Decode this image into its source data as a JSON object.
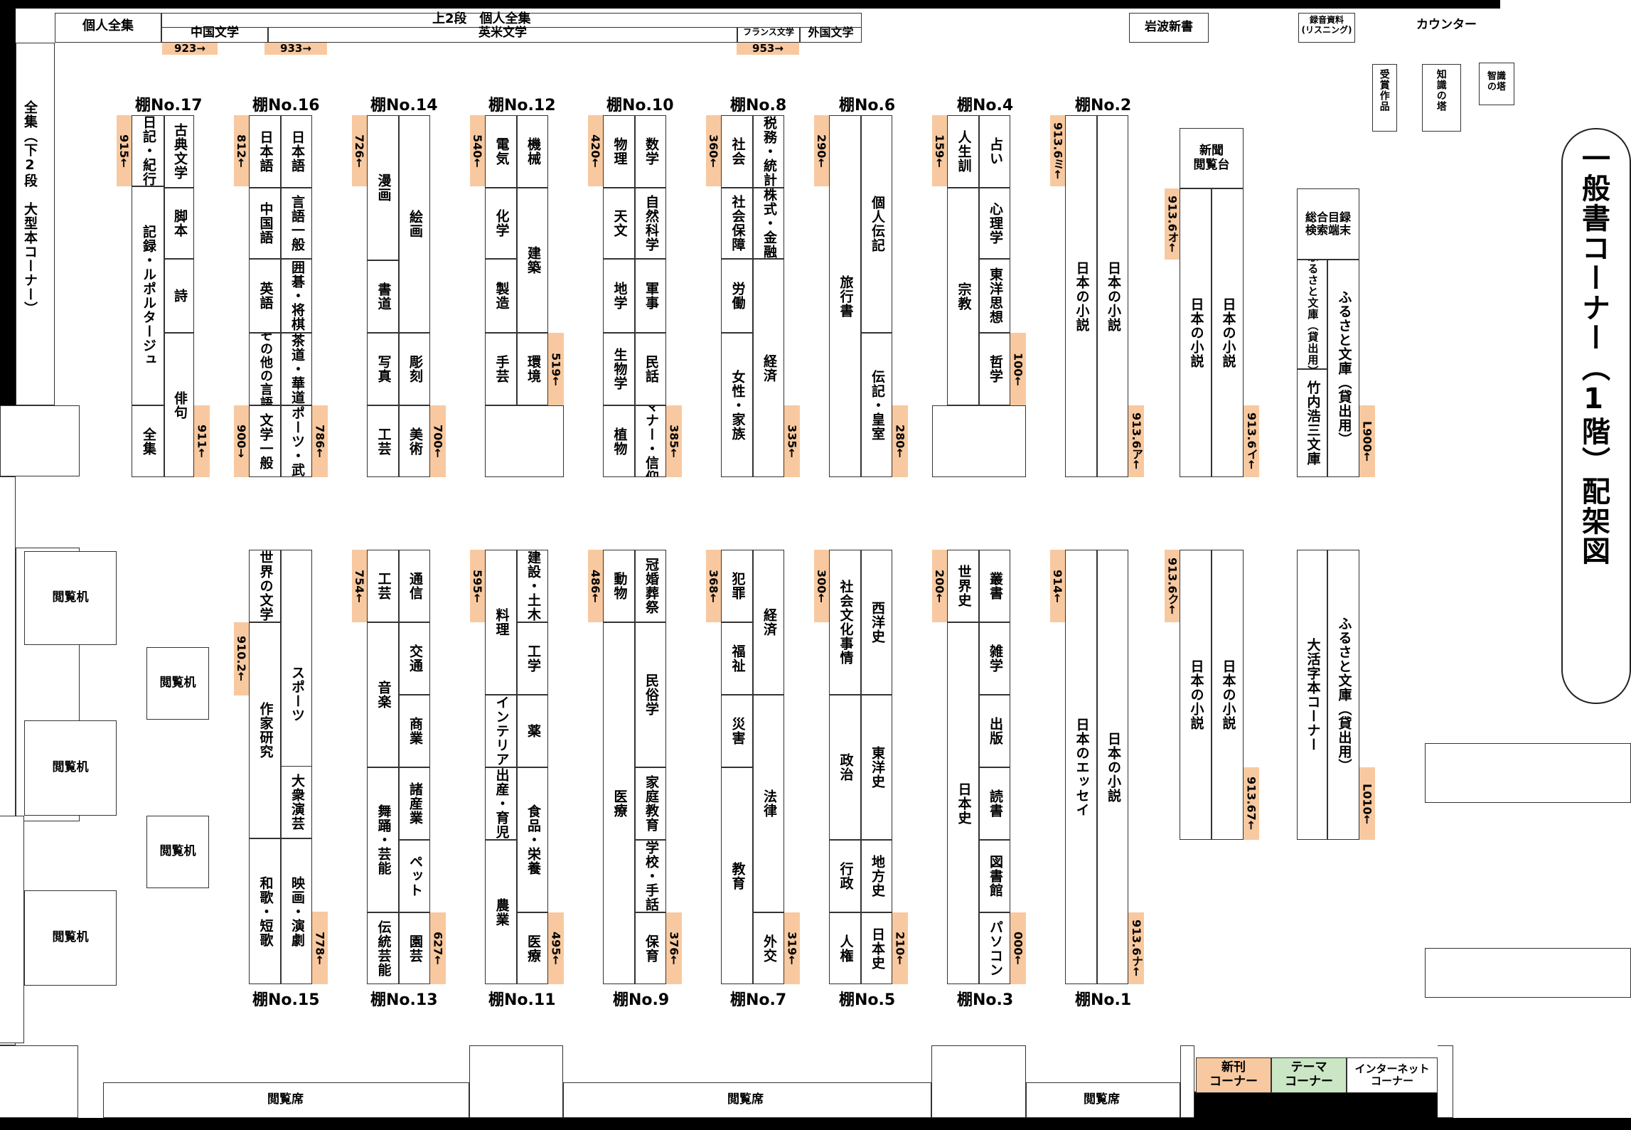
{
  "title": "一般書コーナー（1階）配架図",
  "top_wall": {
    "kojin_zenshu": "個人全集",
    "upper2": "上2段　個人全集",
    "chugoku": "中国文学",
    "eibei": "英米文学",
    "france": "フランス文学",
    "gaikoku": "外国文学",
    "n923": "923→",
    "n933": "933→",
    "n953": "953→"
  },
  "top_right": {
    "iwanami": "岩波新書",
    "rokuon": "録音資料\n(リスニング)",
    "counter": "カウンター",
    "jusho": "受賞作品",
    "chishiki": "知識の塔",
    "chie": "智識\nの塔"
  },
  "left_wall": "全集（下2段　大型本コーナー）",
  "shelf_labels": {
    "s17": "棚No.17",
    "s16": "棚No.16",
    "s14": "棚No.14",
    "s12": "棚No.12",
    "s10": "棚No.10",
    "s8": "棚No.8",
    "s6": "棚No.6",
    "s4": "棚No.4",
    "s2": "棚No.2",
    "s15": "棚No.15",
    "s13": "棚No.13",
    "s11": "棚No.11",
    "s9": "棚No.9",
    "s7": "棚No.7",
    "s5": "棚No.5",
    "s3": "棚No.3",
    "s1": "棚No.1"
  },
  "shelves": {
    "s17": {
      "a": "日記・紀行",
      "b": "古典文学",
      "c": "脚本",
      "d": "記録・ルポルタージュ",
      "e": "詩",
      "f": "俳句",
      "g": "全集",
      "t1": "915←",
      "t2": "911←"
    },
    "s16": {
      "a": "日本語",
      "b": "日本語",
      "c": "中国語",
      "d": "言語一般",
      "e": "英語",
      "f": "囲碁・将棋",
      "g": "その他の言語",
      "h": "茶道・華道",
      "i": "文学一般",
      "j": "スポーツ・武道",
      "t1": "812←",
      "t2": "900→",
      "t3": "786←"
    },
    "s14": {
      "a": "漫画",
      "b": "絵画",
      "c": "書道",
      "d": "写真",
      "e": "彫刻",
      "f": "工芸",
      "g": "美術",
      "t1": "726←",
      "t2": "700←"
    },
    "s12": {
      "a": "電気",
      "b": "機械",
      "c": "化学",
      "d": "建築",
      "e": "製造",
      "f": "手芸",
      "g": "環境",
      "t1": "540←",
      "t2": "519←"
    },
    "s10": {
      "a": "物理",
      "b": "数学",
      "c": "天文",
      "d": "自然科学",
      "e": "地学",
      "f": "軍事",
      "g": "生物学",
      "h": "民話",
      "i": "植物",
      "j": "マナー・信仰",
      "t1": "420←",
      "t2": "385←"
    },
    "s8": {
      "a": "社会",
      "b": "税務・統計",
      "c": "社会保障",
      "d": "株式・金融",
      "e": "労働",
      "f": "経済",
      "g": "女性・家族",
      "t1": "360←",
      "t2": "335←"
    },
    "s6": {
      "a": "個人伝記",
      "b": "旅行書",
      "c": "伝記・皇室",
      "t1": "290←",
      "t2": "280←"
    },
    "s4": {
      "a": "人生訓",
      "b": "占い",
      "c": "心理学",
      "d": "宗教",
      "e": "東洋思想",
      "f": "哲学",
      "t1": "159←",
      "t2": "100←"
    },
    "s2": {
      "a": "日本の小説",
      "b": "日本の小説",
      "t1": "913.6ミ←",
      "t2": "913.6ア←"
    },
    "s15": {
      "a": "世界の文学",
      "b": "スポーツ",
      "c": "作家研究",
      "d": "大衆演芸",
      "e": "和歌・短歌",
      "f": "映画・演劇",
      "t1": "910.2←",
      "t2": "778←"
    },
    "s13": {
      "a": "工芸",
      "b": "通信",
      "c": "交通",
      "d": "音楽",
      "e": "商業",
      "f": "諸産業",
      "g": "舞踊・芸能",
      "h": "ペット",
      "i": "伝統芸能",
      "j": "園芸",
      "t1": "754←",
      "t2": "627←"
    },
    "s11": {
      "a": "料理",
      "b": "建設・土木",
      "c": "工学",
      "d": "インテリア",
      "e": "薬",
      "f": "出産・育児",
      "g": "食品・栄養",
      "h": "農業",
      "i": "医療",
      "t1": "595←",
      "t2": "495←"
    },
    "s9": {
      "a": "動物",
      "b": "冠婚葬祭",
      "c": "民俗学",
      "d": "医療",
      "e": "家庭教育",
      "f": "学校・手話",
      "g": "保育",
      "t1": "486←",
      "t2": "376←"
    },
    "s7": {
      "a": "犯罪",
      "b": "経済",
      "c": "福祉",
      "d": "災害",
      "e": "法律",
      "f": "教育",
      "g": "外交",
      "t1": "368←",
      "t2": "319←"
    },
    "s5": {
      "a": "社会文化事情",
      "b": "西洋史",
      "c": "政治",
      "d": "東洋史",
      "e": "行政",
      "f": "地方史",
      "g": "人権",
      "h": "日本史",
      "t1": "300←",
      "t2": "210←"
    },
    "s3": {
      "a": "世界史",
      "b": "叢書",
      "c": "雑学",
      "d": "出版",
      "e": "日本史",
      "f": "読書",
      "g": "図書館",
      "h": "パソコン",
      "t1": "200←",
      "t2": "000←"
    },
    "s1": {
      "a": "日本のエッセイ",
      "b": "日本の小説",
      "t1": "914←",
      "t2": "913.6ナ←"
    }
  },
  "right_area": {
    "shinbun": "新聞\n閲覧台",
    "jp_novel1": "日本の小説",
    "jp_novel2": "日本の小説",
    "t_913_6o": "913.6オ←",
    "t_913_6i": "913.6イ←",
    "sogo": "総合目録\n検索端末",
    "furusato_kashi": "ふるさと文庫（貸出用）",
    "furusato": "ふるさと文庫（貸出用）",
    "takeuchi": "竹内浩三文庫",
    "t_l900": "L900←",
    "jp_novel3": "日本の小説",
    "jp_novel4": "日本の小説",
    "t_913_6ku": "913.6ク←",
    "t_913_67": "913.67←",
    "daikatsuji": "大活字本コーナー",
    "furusato2": "ふるさと文庫（貸出用）",
    "t_l010": "L010←"
  },
  "desks": {
    "d1": "閲覧机",
    "d2": "閲覧机",
    "d3": "閲覧机",
    "d4": "閲覧机",
    "d5": "閲覧机"
  },
  "bottom": {
    "seat1": "閲覧席",
    "seat2": "閲覧席",
    "seat3": "閲覧席",
    "shinkan": "新刊\nコーナー",
    "theme": "テーマ\nコーナー",
    "internet": "インターネット\nコーナー"
  },
  "colors": {
    "tag": "#f8c9a0",
    "new": "#f8c9a0",
    "theme": "#cbe6c5"
  }
}
